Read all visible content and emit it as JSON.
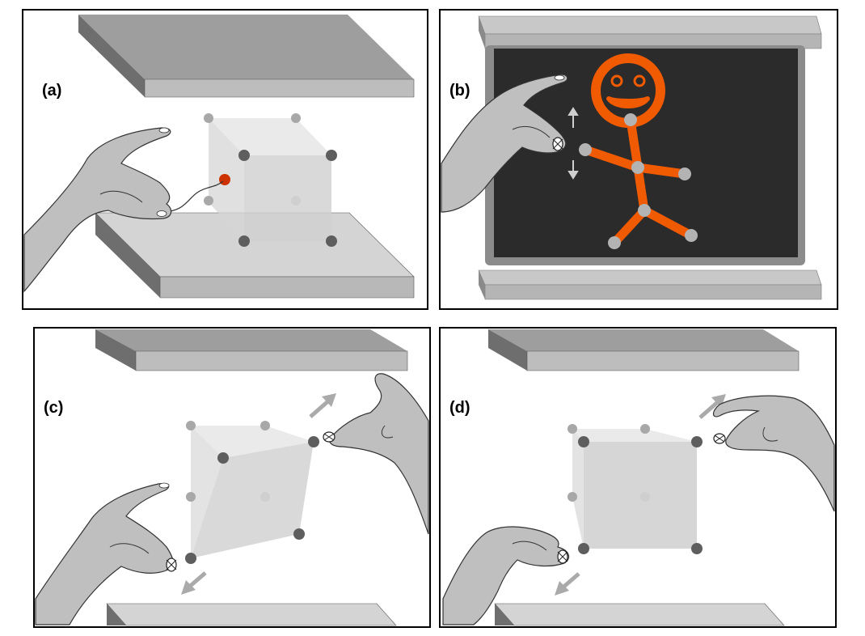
{
  "panels": [
    {
      "id": "a",
      "label": "(a)"
    },
    {
      "id": "b",
      "label": "(b)"
    },
    {
      "id": "c",
      "label": "(c)"
    },
    {
      "id": "d",
      "label": "(d)"
    }
  ],
  "colors": {
    "frame": "#000000",
    "slab_top": "#9e9e9e",
    "slab_front": "#bdbdbd",
    "slab_side": "#6e6e6e",
    "light_slab_top": "#d4d4d4",
    "light_slab_front": "#b8b8b8",
    "screen": "#2b2b2b",
    "screen_border": "#8c8c8c",
    "figure_orange": "#f05a00",
    "joint_gray": "#b3b3b3",
    "vertex_dark": "#5e5e5e",
    "vertex_light": "#a8a8a8",
    "control_point_red": "#cc3300",
    "hand": "#bfbfbf",
    "arrow": "#aaaaaa"
  },
  "icons": [
    "hand-pinch-icon",
    "arrow-up-icon",
    "arrow-down-icon",
    "drag-arrow-icon",
    "stick-figure-icon",
    "cube-icon"
  ]
}
